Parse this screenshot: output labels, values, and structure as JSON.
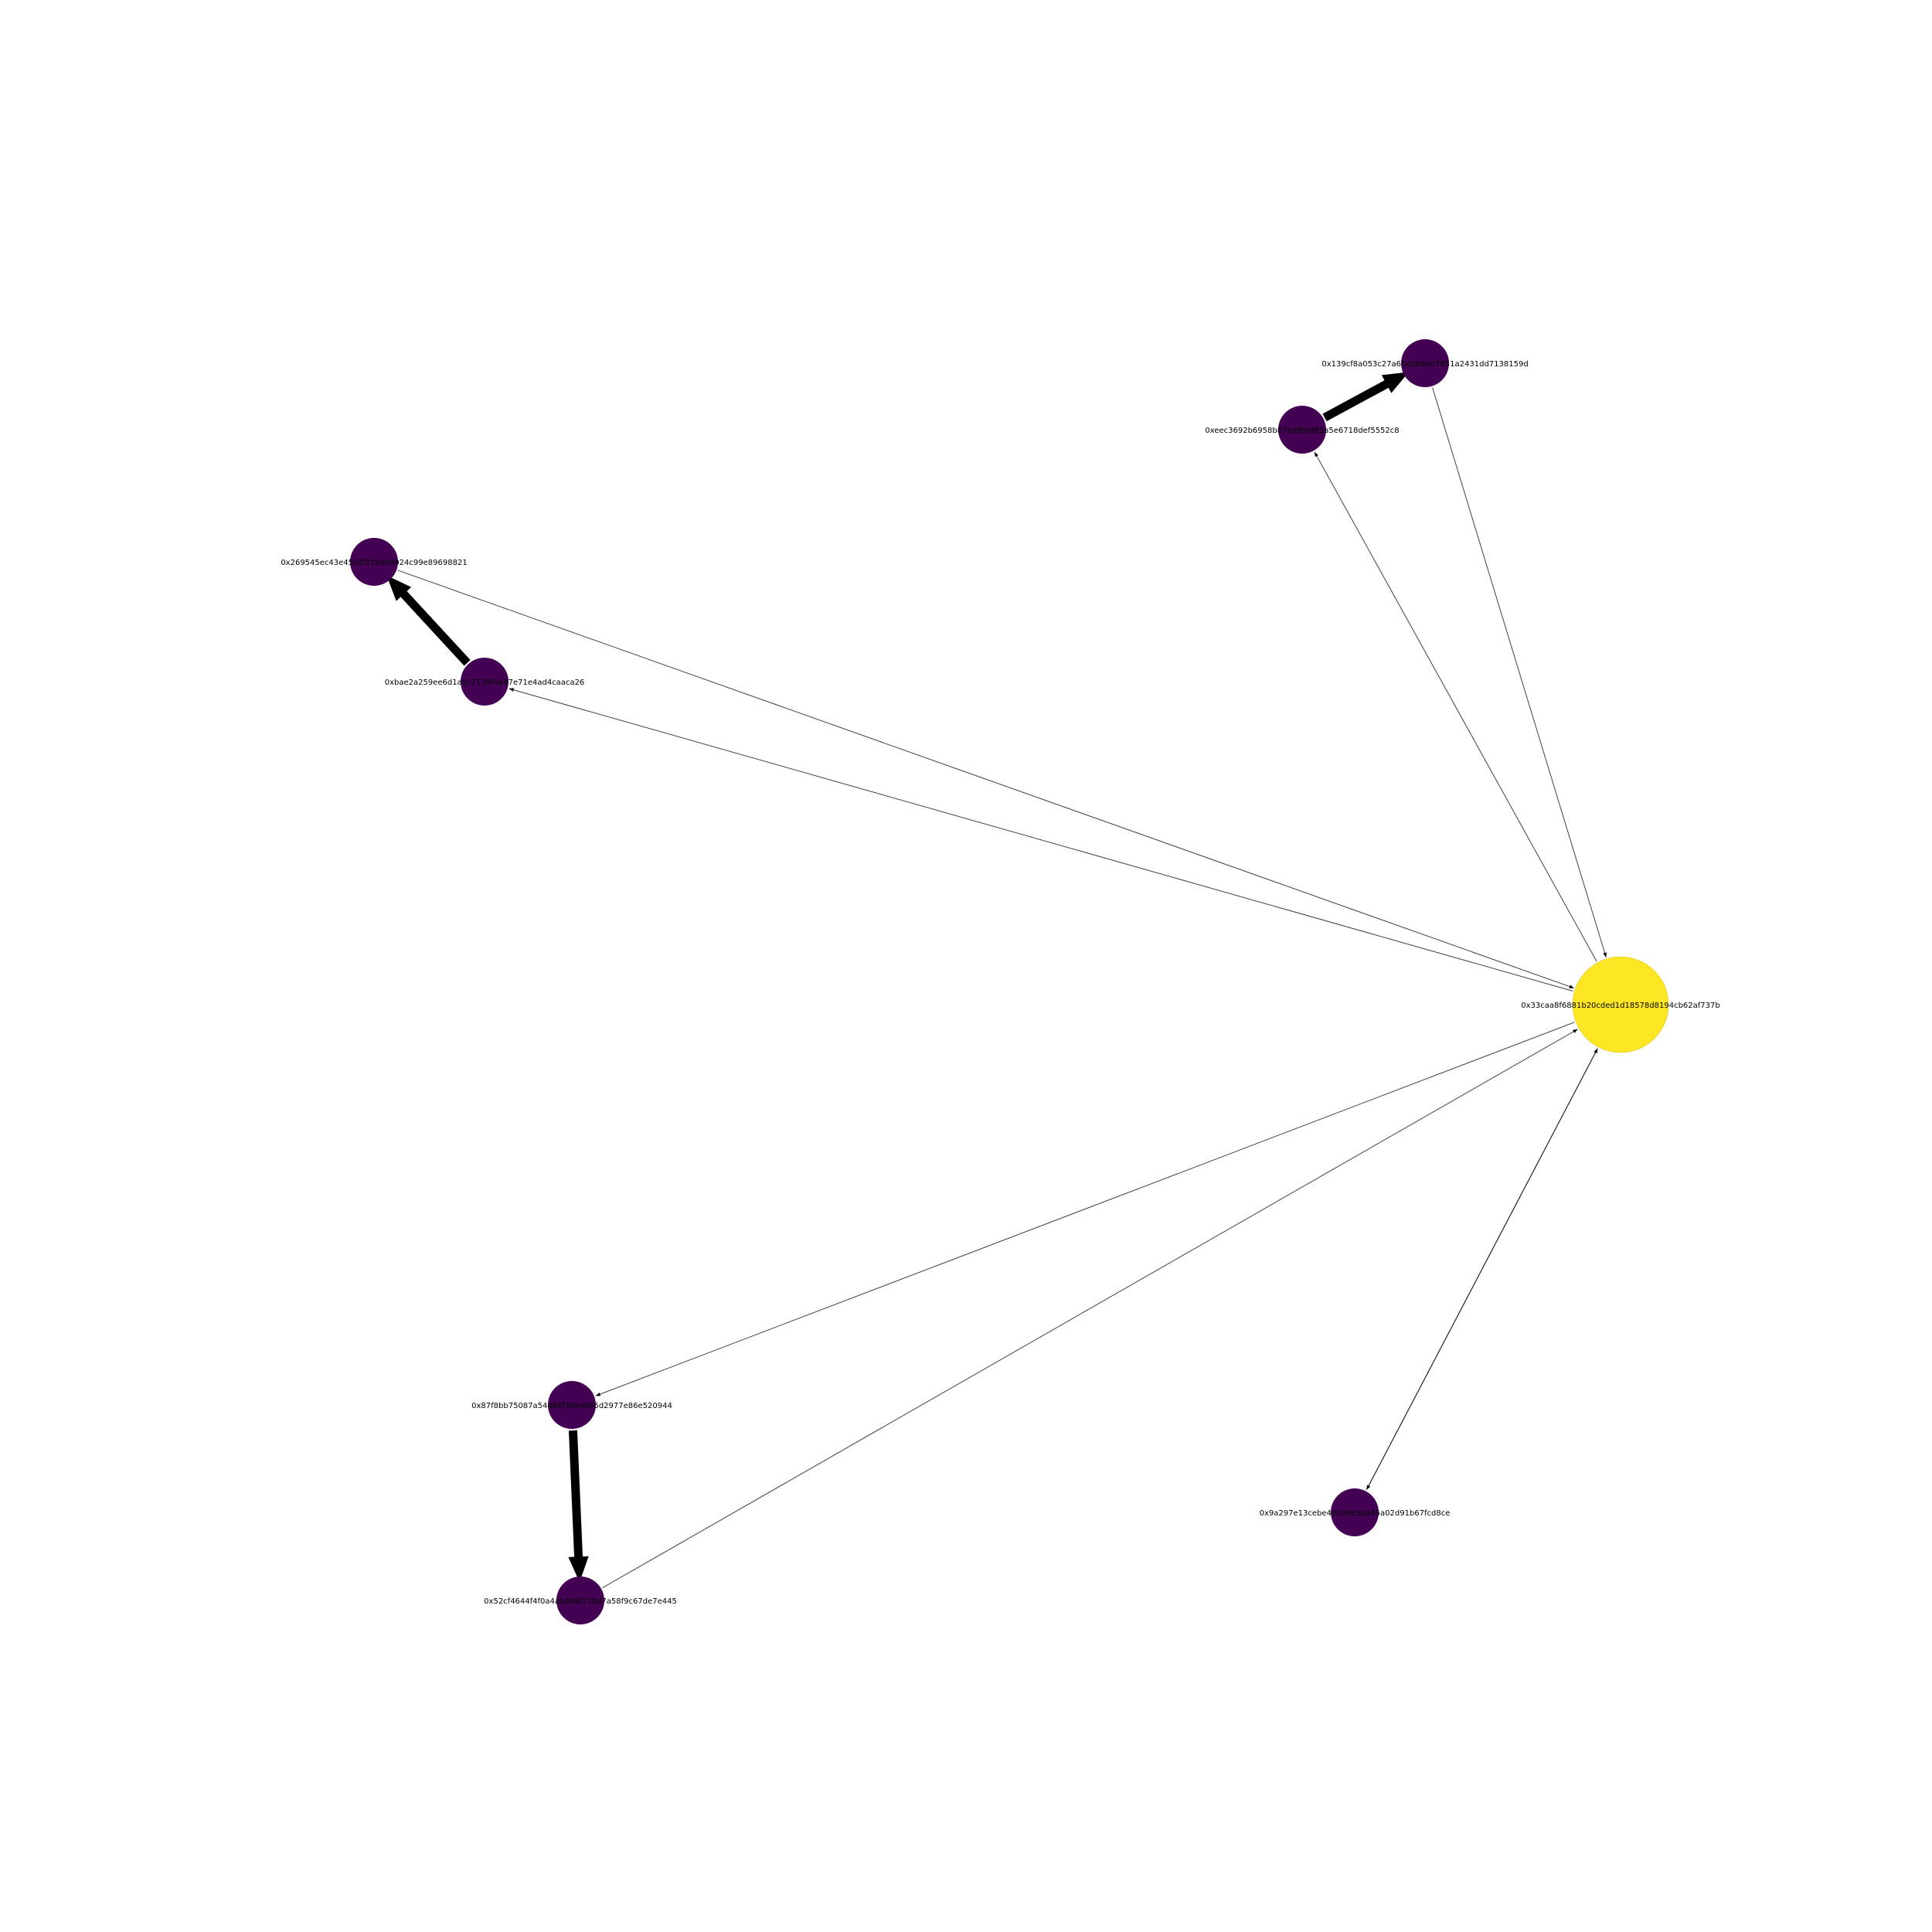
{
  "colors": {
    "hub": "#fde725",
    "node": "#440154",
    "edge": "#000000",
    "background": "#ffffff"
  },
  "nodes": [
    {
      "id": "hub",
      "label": "0x33caa8f6881b20cded1d18578d8194cb62af737b",
      "role": "hub"
    },
    {
      "id": "n139",
      "label": "0x139cf8a053c27a65e0b6ab7651a2431dd7138159d",
      "role": "node"
    },
    {
      "id": "neec",
      "label": "0xeec3692b6958b87ad8bfd83a5e6718def5552c8",
      "role": "node"
    },
    {
      "id": "n269",
      "label": "0x269545ec43e45c8f21ba09924c99e89698821",
      "role": "node"
    },
    {
      "id": "nbae",
      "label": "0xbae2a259ee6d1a5c7139f4b47e71e4ad4caaca26",
      "role": "node"
    },
    {
      "id": "n87f",
      "label": "0x87f8bb75087a54da6f38a4e85d2977e86e520944",
      "role": "node"
    },
    {
      "id": "n52c",
      "label": "0x52cf4644f4f0a4abd98f238d7a58f9c67de7e445",
      "role": "node"
    },
    {
      "id": "n9a2",
      "label": "0x9a297e13cebe4b269e5da45a02d91b67fcd8ce",
      "role": "node"
    }
  ],
  "edges": [
    {
      "from": "hub",
      "to": "neec",
      "weight": "thin"
    },
    {
      "from": "n139",
      "to": "hub",
      "weight": "thin"
    },
    {
      "from": "neec",
      "to": "n139",
      "weight": "thick"
    },
    {
      "from": "n269",
      "to": "hub",
      "weight": "thin"
    },
    {
      "from": "hub",
      "to": "nbae",
      "weight": "thin"
    },
    {
      "from": "nbae",
      "to": "n269",
      "weight": "thick"
    },
    {
      "from": "hub",
      "to": "n87f",
      "weight": "thin"
    },
    {
      "from": "n52c",
      "to": "hub",
      "weight": "thin"
    },
    {
      "from": "n87f",
      "to": "n52c",
      "weight": "thick"
    },
    {
      "from": "hub",
      "to": "n9a2",
      "weight": "thin"
    },
    {
      "from": "n9a2",
      "to": "hub",
      "weight": "thin"
    }
  ]
}
